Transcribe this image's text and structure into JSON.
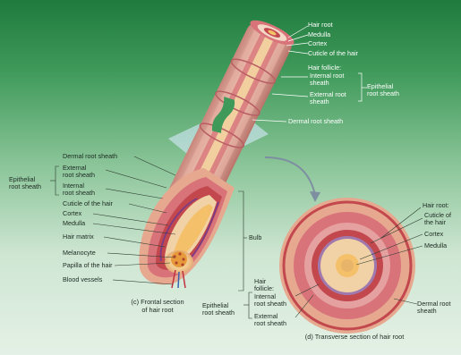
{
  "top_labels": {
    "hair_root": "Hair root",
    "medulla": "Medulla",
    "cortex": "Cortex",
    "cuticle": "Cuticle of the hair",
    "hair_follicle": "Hair follicle:",
    "internal_1": "Internal root",
    "internal_2": "sheath",
    "external_1": "External root",
    "external_2": "sheath",
    "epithelial_1": "Epithelial",
    "epithelial_2": "root sheath",
    "dermal": "Dermal root sheath"
  },
  "left_labels": {
    "dermal": "Dermal root sheath",
    "external_1": "External",
    "external_2": "root sheath",
    "internal_1": "Internal",
    "internal_2": "root sheath",
    "epithelial_1": "Epithelial",
    "epithelial_2": "root sheath",
    "cuticle": "Cuticle of the hair",
    "cortex": "Cortex",
    "medulla": "Medulla",
    "matrix": "Hair matrix",
    "melanocyte": "Melanocyte",
    "papilla": "Papilla of the hair",
    "vessels": "Blood vessels",
    "bulb": "Bulb"
  },
  "bottom_labels": {
    "follicle_1": "Hair",
    "follicle_2": "follicle:",
    "internal_1": "Internal",
    "internal_2": "root sheath",
    "epithelial_1": "Epithelial",
    "epithelial_2": "root sheath",
    "external_1": "External",
    "external_2": "root sheath"
  },
  "right_labels": {
    "hair_root": "Hair root:",
    "cuticle_1": "Cuticle of",
    "cuticle_2": "the hair",
    "cortex": "Cortex",
    "medulla": "Medulla",
    "dermal_1": "Dermal root",
    "dermal_2": "sheath"
  },
  "captions": {
    "frontal_1": "(c) Frontal section",
    "frontal_2": "of hair root",
    "transverse": "(d) Transverse section of hair root"
  },
  "colors": {
    "bg_top": "#1f7a3e",
    "bg_bottom": "#e4f1e6",
    "dermal_sheath": "#e9b7a4",
    "external_sheath": "#d9737a",
    "internal_sheath": "#c2484e",
    "cortex": "#f1d2a6",
    "medulla": "#f4c06a",
    "cuticle": "#7b3b86",
    "papilla": "#e79a3c"
  }
}
